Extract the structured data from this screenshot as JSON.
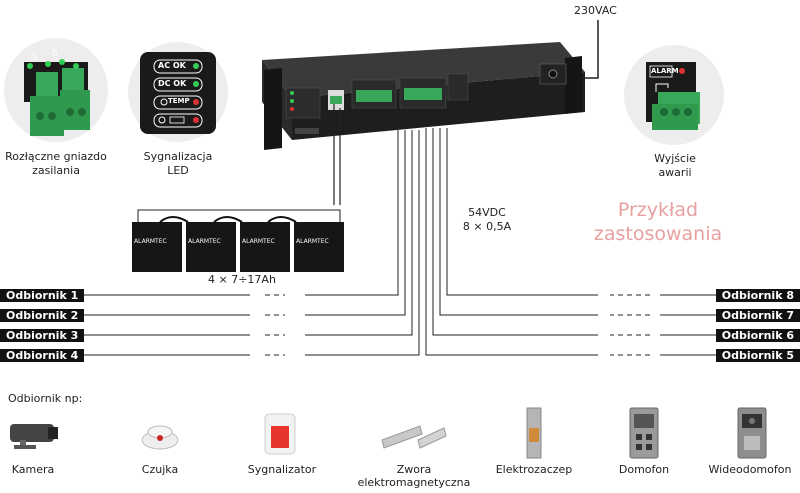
{
  "mains_label": "230VAC",
  "features": {
    "power_socket": {
      "line1": "Rozłączne gniazdo",
      "line2": "zasilania",
      "digits": [
        "5",
        "6"
      ],
      "pins": [
        "+",
        "-",
        "+",
        "-"
      ]
    },
    "led": {
      "line1": "Sygnalizacja",
      "line2": "LED",
      "items": [
        "AC OK",
        "DC OK",
        "TEMP"
      ]
    },
    "alarm": {
      "line1": "Wyjście",
      "line2": "awarii",
      "badge": "ALARM"
    }
  },
  "output_spec": {
    "line1": "54VDC",
    "line2": "8 × 0,5A"
  },
  "battery": {
    "label": "4 × 7÷17Ah",
    "brand": "ALARMTEC"
  },
  "example": {
    "line1": "Przykład",
    "line2": "zastosowania"
  },
  "receivers_left": [
    "Odbiornik 1",
    "Odbiornik 2",
    "Odbiornik 3",
    "Odbiornik 4"
  ],
  "receivers_right": [
    "Odbiornik 8",
    "Odbiornik 7",
    "Odbiornik 6",
    "Odbiornik 5"
  ],
  "devices_title": "Odbiornik np:",
  "devices": [
    {
      "line1": "Kamera",
      "line2": ""
    },
    {
      "line1": "Czujka",
      "line2": ""
    },
    {
      "line1": "Sygnalizator",
      "line2": ""
    },
    {
      "line1": "Zwora",
      "line2": "elektromagnetyczna"
    },
    {
      "line1": "Elektrozaczep",
      "line2": ""
    },
    {
      "line1": "Domofon",
      "line2": ""
    },
    {
      "line1": "Wideodomofon",
      "line2": ""
    }
  ],
  "colors": {
    "accent": "#e8a0a0",
    "badge": "#111111",
    "terminal": "#3aa85a",
    "led_green": "#33cc55",
    "led_red": "#dd3333"
  }
}
